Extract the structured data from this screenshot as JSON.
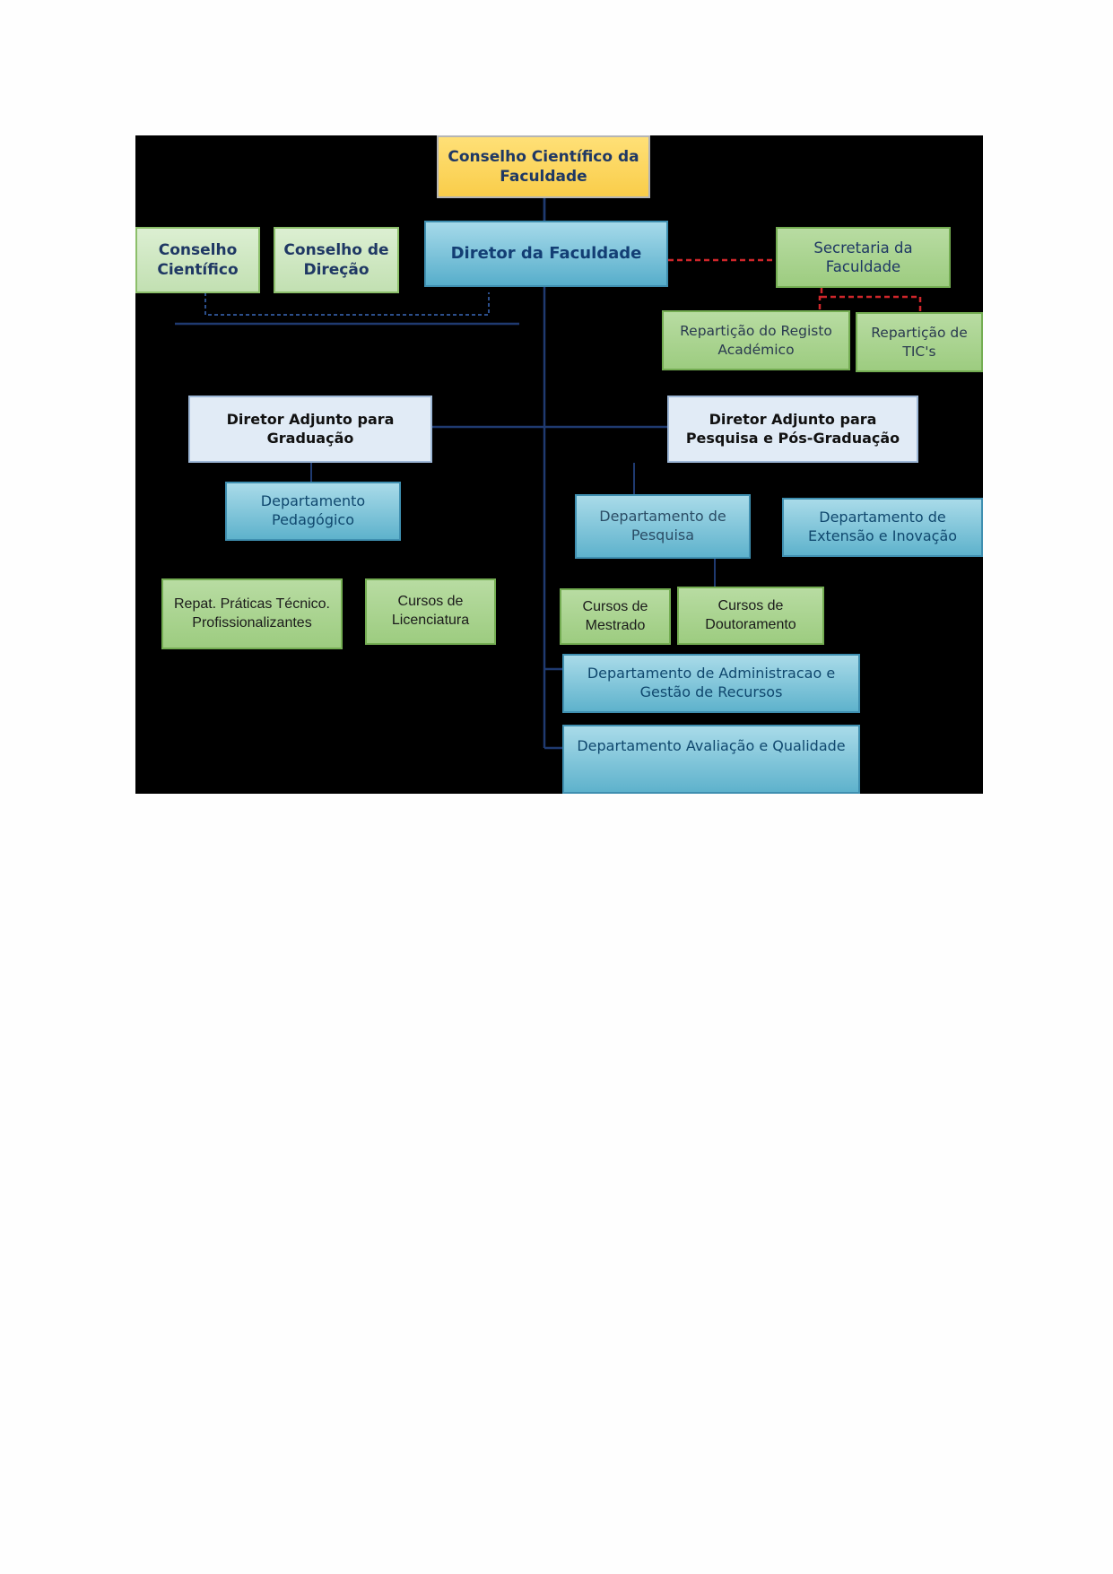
{
  "diagram": {
    "nodes": {
      "conselho_faculdade": "Conselho Científico da Faculdade",
      "conselho_cientifico": "Conselho Científico",
      "conselho_direcao": "Conselho de Direção",
      "diretor": "Diretor da Faculdade",
      "secretaria": "Secretaria da Faculdade",
      "registo_academico": "Repartição do Registo Académico",
      "tics": "Repartição de TIC's",
      "adjunto_graduacao": "Diretor Adjunto para Graduação",
      "adjunto_pesquisa": "Diretor Adjunto para Pesquisa e Pós-Graduação",
      "dep_pedagogico": "Departamento Pedagógico",
      "dep_pesquisa": "Departamento de Pesquisa",
      "dep_extensao": "Departamento de Extensão e Inovação",
      "praticas": "Repat. Práticas Técnico. Profissionalizantes",
      "licenciatura": "Cursos de Licenciatura",
      "mestrado": "Cursos de Mestrado",
      "doutoramento": "Cursos de Doutoramento",
      "dep_administracao": "Departamento de Administracao e Gestão de Recursos",
      "dep_avaliacao": "Departamento Avaliação e Qualidade"
    },
    "colors": {
      "background": "#000000",
      "solid_connector": "#1f3a70",
      "dashed_connector_blue": "#2c4f8c",
      "dashed_connector_red": "#d0262b"
    }
  }
}
